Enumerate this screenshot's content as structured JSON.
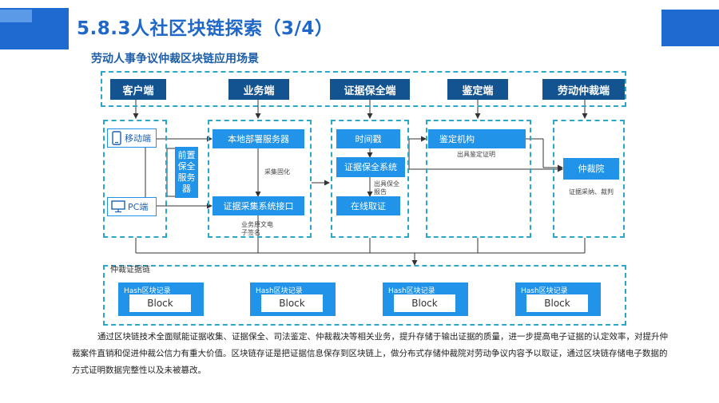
{
  "header": {
    "title": "5.8.3人社区块链探索（3/4）",
    "subtitle": "劳动人事争议仲裁区块链应用场景"
  },
  "columns": [
    "客户端",
    "业务端",
    "证据保全端",
    "鉴定端",
    "劳动仲裁端"
  ],
  "client": {
    "mobile": "移动端",
    "pc": "PC端",
    "front_service": "前置保全服务器"
  },
  "business": {
    "local_server": "本地部署服务器",
    "collect_fix": "采集固化",
    "evidence_system": "证据采集系统接口",
    "note": "业务原文电子签名"
  },
  "evidence": {
    "timestamp": "时间戳",
    "preserve_system": "证据保全系统",
    "online": "在线取证",
    "note": "出具保全报告"
  },
  "appraisal": {
    "org": "鉴定机构",
    "note": "出具鉴定证明"
  },
  "arbitration": {
    "court": "仲裁院",
    "note": "证据采纳、裁判"
  },
  "chain": {
    "label": "仲裁证据链",
    "records": [
      {
        "label": "Hash区块记录",
        "block": "Block"
      },
      {
        "label": "Hash区块记录",
        "block": "Block"
      },
      {
        "label": "Hash区块记录",
        "block": "Block"
      },
      {
        "label": "Hash区块记录",
        "block": "Block"
      }
    ]
  },
  "description": "通过区块链技术全面赋能证据收集、证据保全、司法鉴定、仲裁裁决等相关业务，提升存储于输出证据的质量，进一步提高电子证据的认定效率，对提升仲裁案件直销和促进仲裁公信力有重大价值。区块链存证是把证据信息保存到区块链上，做分布式存储仲裁院对劳动争议内容予以取证，通过区块链存储电子数据的方式证明数据完整性以及未被篡改。",
  "colors": {
    "header_bg": "#13538f",
    "node_bg": "#2194e9",
    "dash": "#2ba8c9",
    "title": "#1f67c8"
  }
}
